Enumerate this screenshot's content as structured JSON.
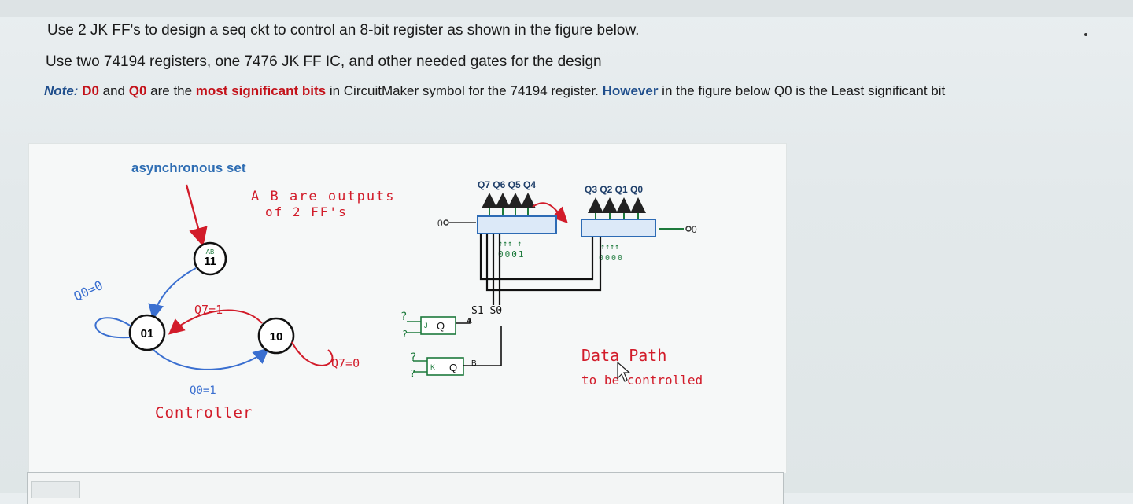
{
  "question": {
    "line1": "Use 2 JK FF's to design a seq ckt to control an 8-bit register as shown in the figure below.",
    "line2": "Use two 74194 registers, one 7476 JK FF IC, and other needed gates for the design",
    "note_label": "Note:",
    "note_d0": "D0",
    "note_and": " and ",
    "note_q0": "Q0",
    "note_are_the": " are the ",
    "note_msb": "most significant bits",
    "note_rest": " in CircuitMaker symbol for the 74194 register.  ",
    "note_however": "However",
    "note_tail": " in the figure below Q0 is the Least significant bit"
  },
  "figure": {
    "async_label": "asynchronous set",
    "ab_note_1": "A B are outputs",
    "ab_note_2": "of 2 FF's",
    "states": {
      "s11": "11",
      "s01": "01",
      "s10": "10",
      "s11_small": "AB"
    },
    "transitions": {
      "self_01": "Q0=0",
      "t01_10": "Q7=1",
      "self_10": "Q7=0",
      "t10_01": "Q0=1"
    },
    "controller_label": "Controller",
    "upper_outputs": "Q7 Q6 Q5 Q4",
    "lower_outputs": "Q3 Q2 Q1 Q0",
    "left_input": "0",
    "right_input": "0",
    "upper_inputs": "0001",
    "lower_inputs": "0000",
    "select_label": "S1 S0",
    "ff_q_label": "Q",
    "ff_label_a": "A",
    "ff_label_b": "B",
    "ff_q_label_b": "Q",
    "ff_j": "J",
    "ff_k": "K",
    "ff_unknown": "?",
    "datapath_label_1": "Data Path",
    "datapath_label_2": "to be controlled"
  },
  "colors": {
    "note_blue": "#1f4e8c",
    "emphasis_red": "#c3121a",
    "async_blue": "#2e6db3",
    "pen_red": "#d21c2a",
    "pen_blue": "#3a6fd0",
    "pen_green": "#1d7a3c",
    "register_fill": "#dce9f8",
    "register_stroke": "#2d6bb5"
  }
}
